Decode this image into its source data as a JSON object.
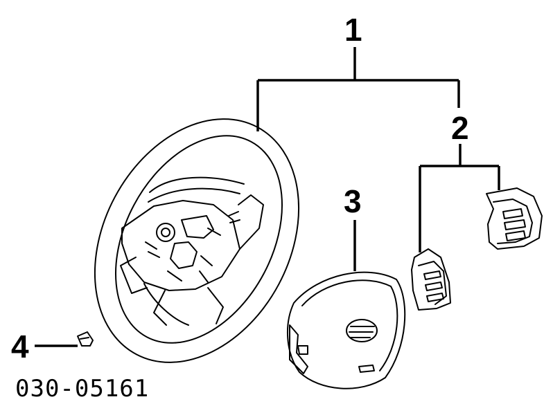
{
  "diagram": {
    "callouts": [
      {
        "id": "1",
        "part": "steering-wheel"
      },
      {
        "id": "2",
        "part": "steering-switches"
      },
      {
        "id": "3",
        "part": "airbag-module"
      },
      {
        "id": "4",
        "part": "clip"
      }
    ],
    "diagram_code": "030-05161",
    "line_color": "#000000",
    "background": "#ffffff"
  }
}
